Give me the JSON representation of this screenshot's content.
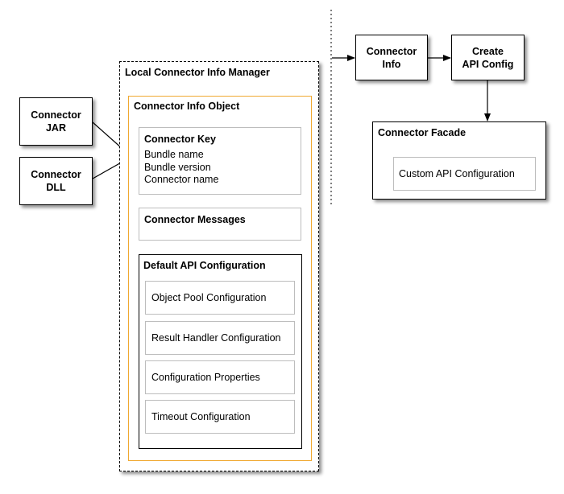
{
  "left_inputs": {
    "jar": [
      "Connector",
      "JAR"
    ],
    "dll": [
      "Connector",
      "DLL"
    ]
  },
  "manager": {
    "title": "Local Connector Info Manager",
    "info_object": {
      "title": "Connector Info Object",
      "key": {
        "title": "Connector Key",
        "items": [
          "Bundle name",
          "Bundle version",
          "Connector name"
        ]
      },
      "messages": {
        "title": "Connector Messages"
      },
      "default_api": {
        "title": "Default API Configuration",
        "items": [
          "Object Pool Configuration",
          "Result Handler Configuration",
          "Configuration Properties",
          "Timeout Configuration"
        ]
      }
    }
  },
  "flow": {
    "info": [
      "Connector",
      "Info"
    ],
    "create": [
      "Create",
      "API Config"
    ]
  },
  "facade": {
    "title": "Connector Facade",
    "custom": "Custom API Configuration"
  },
  "colors": {
    "orange": "#f0a830",
    "gray_border": "#bdbdbd",
    "line": "#000000"
  }
}
